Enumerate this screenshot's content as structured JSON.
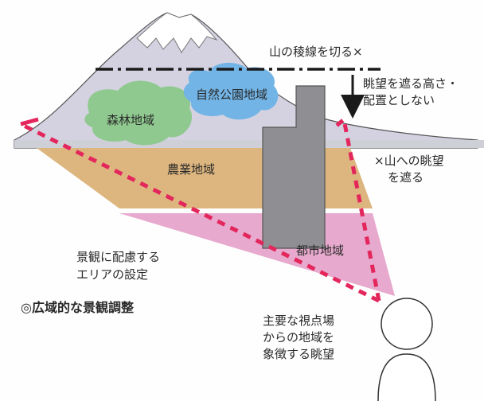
{
  "labels": {
    "ridge_note": "山の稜線を切る×",
    "height_note": [
      "眺望を遮る高さ・",
      "配置としない"
    ],
    "block_note": [
      "×山への眺望",
      "を遮る"
    ],
    "area_note": [
      "景観に配慮する",
      "エリアの設定"
    ],
    "heading": "◎広域的な景観調整",
    "viewpoint_note": [
      "主要な視点場",
      "からの地域を",
      "象徴する眺望"
    ]
  },
  "zones": {
    "nature_park": "自然公園地域",
    "forest": "森林地域",
    "agriculture": "農業地域",
    "urban": "都市地域"
  },
  "colors": {
    "mountain": "#d4d2e1",
    "snow": "#ffffff",
    "forest": "#8fc98f",
    "park": "#72b4e6",
    "agriculture": "#ddb57e",
    "urban": "#e7a9cd",
    "building": "#8f8f93",
    "dashed_line": "#e3265c",
    "ridge_line": "#1a1a1a"
  }
}
